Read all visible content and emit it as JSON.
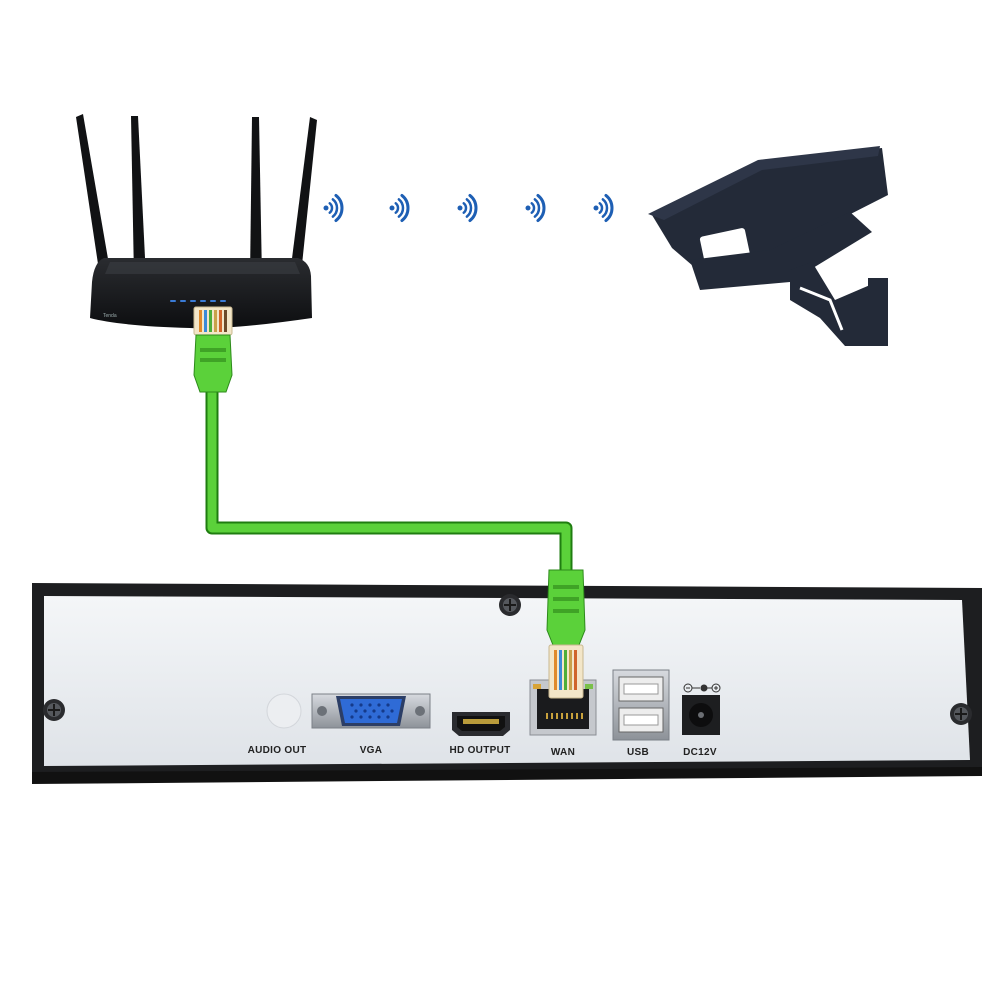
{
  "router": {
    "brand": "Tenda",
    "led_color": "#3a7bd5"
  },
  "camera": {
    "color": "#232a38"
  },
  "wifi_signal": {
    "color": "#1e5fb4"
  },
  "cable": {
    "color": "#5bd13a"
  },
  "nvr": {
    "ports": [
      {
        "id": "audio-out",
        "label": "AUDIO OUT"
      },
      {
        "id": "vga",
        "label": "VGA"
      },
      {
        "id": "hd-output",
        "label": "HD OUTPUT"
      },
      {
        "id": "wan",
        "label": "WAN"
      },
      {
        "id": "usb",
        "label": "USB"
      },
      {
        "id": "dc12v",
        "label": "DC12V"
      }
    ]
  }
}
